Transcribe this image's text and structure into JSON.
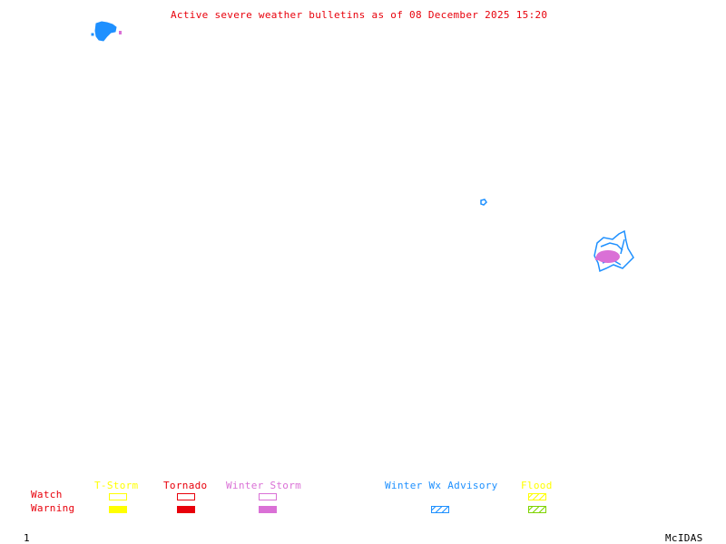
{
  "title": "Active severe weather bulletins as of 08 December 2025 15:20",
  "legend": {
    "row_labels": {
      "watch": "Watch",
      "warning": "Warning"
    },
    "categories": [
      {
        "key": "tstorm",
        "label": "T-Storm",
        "color": "#ffff00",
        "watch_style": "outline",
        "warning_style": "fill"
      },
      {
        "key": "tornado",
        "label": "Tornado",
        "color": "#e8000b",
        "watch_style": "outline",
        "warning_style": "fill"
      },
      {
        "key": "winter_storm",
        "label": "Winter Storm",
        "color": "#da70d6",
        "watch_style": "outline",
        "warning_style": "fill"
      },
      {
        "key": "winter_wx_advisory",
        "label": "Winter Wx Advisory",
        "color": "#1e90ff",
        "warning_style": "hatch"
      },
      {
        "key": "flood",
        "label": "Flood",
        "color": "#ffff00",
        "watch_style": "hatch",
        "warning_style": "hatch",
        "warning_color": "#7fd400"
      }
    ]
  },
  "map_areas": [
    {
      "name": "northwest-advisory-area",
      "type": "winter_wx_advisory",
      "color": "#1e90ff"
    },
    {
      "name": "northwest-winter-storm-spot",
      "type": "winter_storm",
      "color": "#da70d6"
    },
    {
      "name": "central-advisory-spot",
      "type": "winter_wx_advisory",
      "color": "#1e90ff"
    },
    {
      "name": "east-advisory-area",
      "type": "winter_wx_advisory",
      "color": "#1e90ff"
    },
    {
      "name": "east-winter-storm-area",
      "type": "winter_storm",
      "color": "#da70d6"
    }
  ],
  "footer": {
    "frame_number": "1",
    "brand": "McIDAS"
  }
}
